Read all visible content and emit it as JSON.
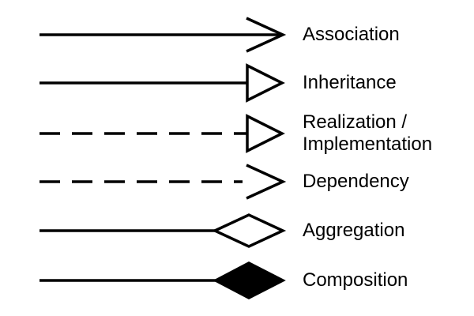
{
  "page": {
    "background_color": "#ffffff",
    "stroke_color": "#000000"
  },
  "legend": {
    "rows": [
      {
        "name": "association",
        "label": "Association",
        "line_style": "solid",
        "head_icon": "open-arrow-icon"
      },
      {
        "name": "inheritance",
        "label": "Inheritance",
        "line_style": "solid",
        "head_icon": "hollow-triangle-icon"
      },
      {
        "name": "realization-implementation",
        "label": "Realization / Implementation",
        "line_style": "dashed",
        "head_icon": "hollow-triangle-icon"
      },
      {
        "name": "dependency",
        "label": "Dependency",
        "line_style": "dashed",
        "head_icon": "open-arrow-icon"
      },
      {
        "name": "aggregation",
        "label": "Aggregation",
        "line_style": "solid",
        "head_icon": "hollow-diamond-icon"
      },
      {
        "name": "composition",
        "label": "Composition",
        "line_style": "solid",
        "head_icon": "filled-diamond-icon"
      }
    ]
  }
}
